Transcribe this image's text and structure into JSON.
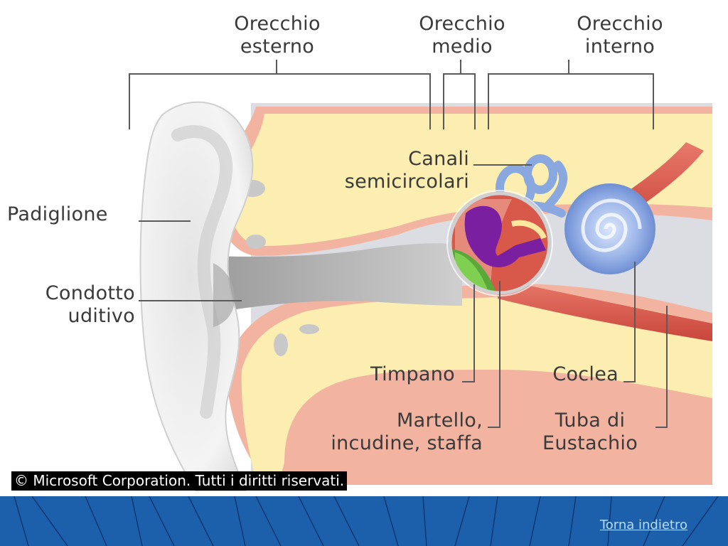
{
  "diagram": {
    "headers": {
      "outer": [
        "Orecchio",
        "esterno"
      ],
      "middle": [
        "Orecchio",
        "medio"
      ],
      "inner": [
        "Orecchio",
        "interno"
      ]
    },
    "labels": {
      "canals": [
        "Canali",
        "semicircolari"
      ],
      "pinna": "Padiglione",
      "ear_canal": [
        "Condotto",
        "uditivo"
      ],
      "eardrum": "Timpano",
      "cochlea": "Coclea",
      "ossicles": [
        "Martello,",
        "incudine, staffa"
      ],
      "eustachian": [
        "Tuba di",
        "Eustachio"
      ]
    },
    "copyright": "© Microsoft Corporation. Tutti i diritti riservati."
  },
  "footer": {
    "back_link": "Torna indietro"
  },
  "colors": {
    "panel": "#dcdde2",
    "skin": "#f2b4a0",
    "bone": "#fbeeb0",
    "canal": "#bdbdbd",
    "purple": "#7a1fa0",
    "green": "#6fbf3b",
    "blue": "#8aa8e0",
    "red": "#d8584a",
    "footer": "#1c5faa"
  }
}
